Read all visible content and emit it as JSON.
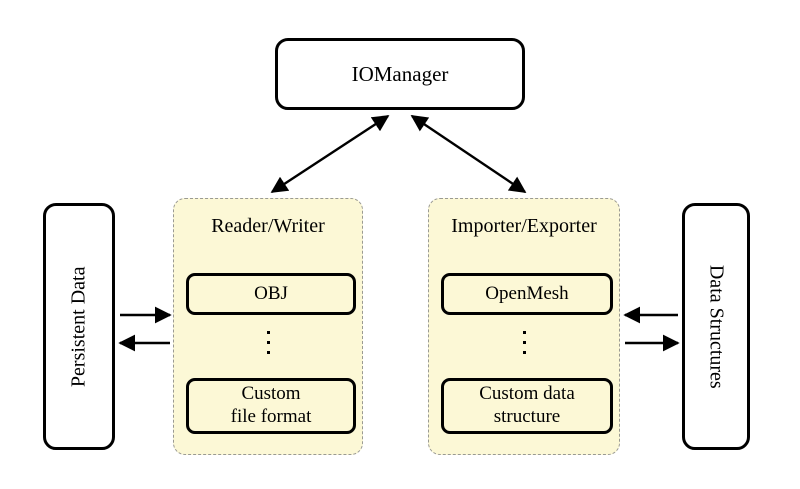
{
  "diagram": {
    "title_node": {
      "label": "IOManager"
    },
    "side_boxes": [
      {
        "name": "persistent-data",
        "label": "Persistent Data",
        "orientation": "rotated-up"
      },
      {
        "name": "data-structures",
        "label": "Data Structures",
        "orientation": "rotated-down"
      }
    ],
    "panels": [
      {
        "name": "reader-writer",
        "title": "Reader/Writer",
        "items": [
          {
            "label": "OBJ",
            "lines": [
              "OBJ"
            ]
          },
          {
            "label": "Custom file format",
            "lines": [
              "Custom",
              "file format"
            ]
          }
        ],
        "ellipsis": "vertical-dots"
      },
      {
        "name": "importer-exporter",
        "title": "Importer/Exporter",
        "items": [
          {
            "label": "OpenMesh",
            "lines": [
              "OpenMesh"
            ]
          },
          {
            "label": "Custom data structure",
            "lines": [
              "Custom data",
              "structure"
            ]
          }
        ],
        "ellipsis": "vertical-dots"
      }
    ],
    "connections": [
      {
        "name": "iomanager-to-reader-writer",
        "from": "IOManager",
        "to": "Reader/Writer",
        "style": "double-headed"
      },
      {
        "name": "iomanager-to-importer-exporter",
        "from": "IOManager",
        "to": "Importer/Exporter",
        "style": "double-headed"
      },
      {
        "name": "persistent-data-to-reader-writer",
        "from": "Persistent Data",
        "to": "Reader/Writer",
        "style": "single-headed-right"
      },
      {
        "name": "reader-writer-to-persistent-data",
        "from": "Reader/Writer",
        "to": "Persistent Data",
        "style": "single-headed-left"
      },
      {
        "name": "data-structures-to-importer-exporter",
        "from": "Data Structures",
        "to": "Importer/Exporter",
        "style": "single-headed-left"
      },
      {
        "name": "importer-exporter-to-data-structures",
        "from": "Importer/Exporter",
        "to": "Data Structures",
        "style": "single-headed-right"
      }
    ]
  },
  "colors": {
    "panel_fill": "#fcf8d6",
    "panel_border": "#9a9a93",
    "node_border": "#000000",
    "background": "#ffffff"
  }
}
